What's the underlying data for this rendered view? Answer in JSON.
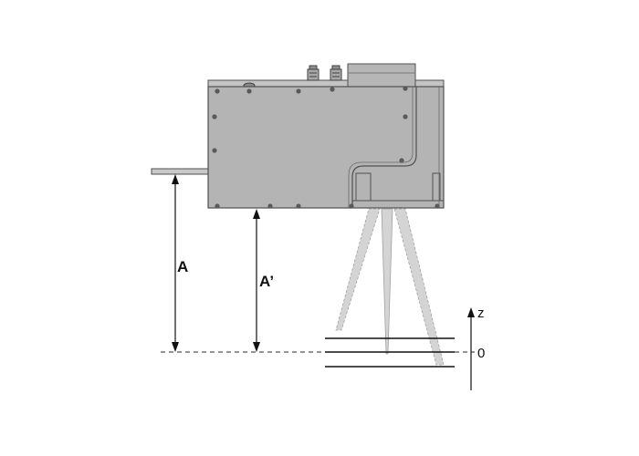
{
  "labels": {
    "distance_a": "A",
    "distance_a_prime": "A’",
    "axis_z": "z",
    "zero": "0"
  },
  "colors": {
    "housing_fill": "#b4b4b4",
    "housing_stroke": "#505050",
    "screw": "#5a5a5a",
    "beam": "#d4d4d4",
    "beam_edge": "#9a9a9a",
    "line": "#111111",
    "dashed": "#555555"
  },
  "icons": {
    "connector_left": "connector-icon",
    "connector_right": "connector-icon",
    "screw": "screw-icon"
  }
}
